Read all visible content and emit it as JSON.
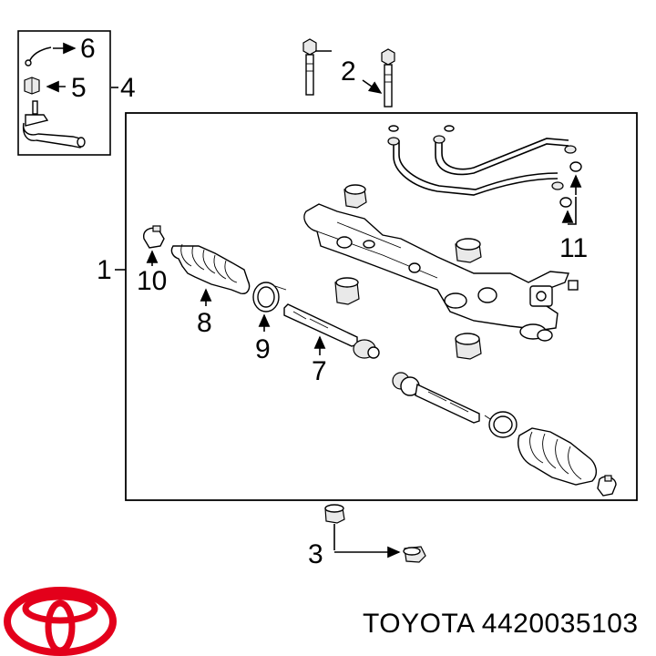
{
  "callouts": [
    "1",
    "2",
    "3",
    "4",
    "5",
    "6",
    "7",
    "8",
    "9",
    "10",
    "11"
  ],
  "caption": {
    "brand": "TOYOTA",
    "part_number": "4420035103"
  },
  "colors": {
    "logo": "#e3001b",
    "lines": "#000000"
  },
  "icons": {
    "logo": "toyota-logo"
  }
}
